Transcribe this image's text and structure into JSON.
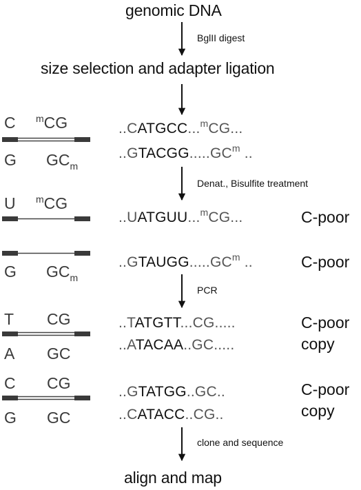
{
  "steps": {
    "s1": "genomic DNA",
    "s2": "size selection and adapter ligation",
    "s3": "align and map"
  },
  "arrow_labels": {
    "a1": "BglII digest",
    "a3": "Denat., Bisulfite treatment",
    "a4": "PCR",
    "a5": "clone and sequence"
  },
  "rows": {
    "r1": {
      "top": {
        "left": "C",
        "m": "m",
        "right": "CG"
      },
      "bottom": {
        "left": "G",
        "right": "GC",
        "m": "m"
      },
      "seq_top": {
        "p1": "..",
        "c": "C",
        "core": "ATGCC",
        "dots": "...",
        "m": "m",
        "cg": "CG",
        "end": "..."
      },
      "seq_bottom": {
        "p1": "..",
        "g": "G",
        "core": "TACGG",
        "dots": ".....",
        "gc": "GC",
        "m": "m",
        "end": " .."
      }
    },
    "r2": {
      "top": {
        "left": "U",
        "m": "m",
        "right": "CG"
      },
      "seq": {
        "p1": "..",
        "u": "U",
        "core": "ATGUU",
        "dots": "...",
        "m": "m",
        "cg": "CG",
        "end": "..."
      },
      "label": "C-poor"
    },
    "r3": {
      "bottom": {
        "left": "G",
        "right": "GC",
        "m": "m"
      },
      "seq": {
        "p1": "..",
        "g": "G",
        "core": "TAUGG",
        "dots": ".....",
        "gc": "GC",
        "m": "m",
        "end": " .."
      },
      "label": "C-poor"
    },
    "r4": {
      "top": {
        "left": "T",
        "right": "CG"
      },
      "bottom": {
        "left": "A",
        "right": "GC"
      },
      "seq_top": {
        "p1": "..",
        "t": "T",
        "core": "ATGTT",
        "dots": "...",
        "cg": "CG",
        "end": "....."
      },
      "seq_bottom": {
        "p1": "..",
        "a": "A",
        "core": "TACAA",
        "dots": "..",
        "gc": "GC",
        "end": "....."
      },
      "label1": "C-poor",
      "label2": "copy"
    },
    "r5": {
      "top": {
        "left": "C",
        "right": "CG"
      },
      "bottom": {
        "left": "G",
        "right": "GC"
      },
      "seq_top": {
        "p1": "..",
        "g": "G",
        "core": "TATGG",
        "dots": "..",
        "gc": "GC",
        "end": ".."
      },
      "seq_bottom": {
        "p1": "..",
        "c": "C",
        "core": "ATACC",
        "dots": "..",
        "cg": "CG",
        "end": ".."
      },
      "label1": "C-poor",
      "label2": "copy"
    }
  }
}
